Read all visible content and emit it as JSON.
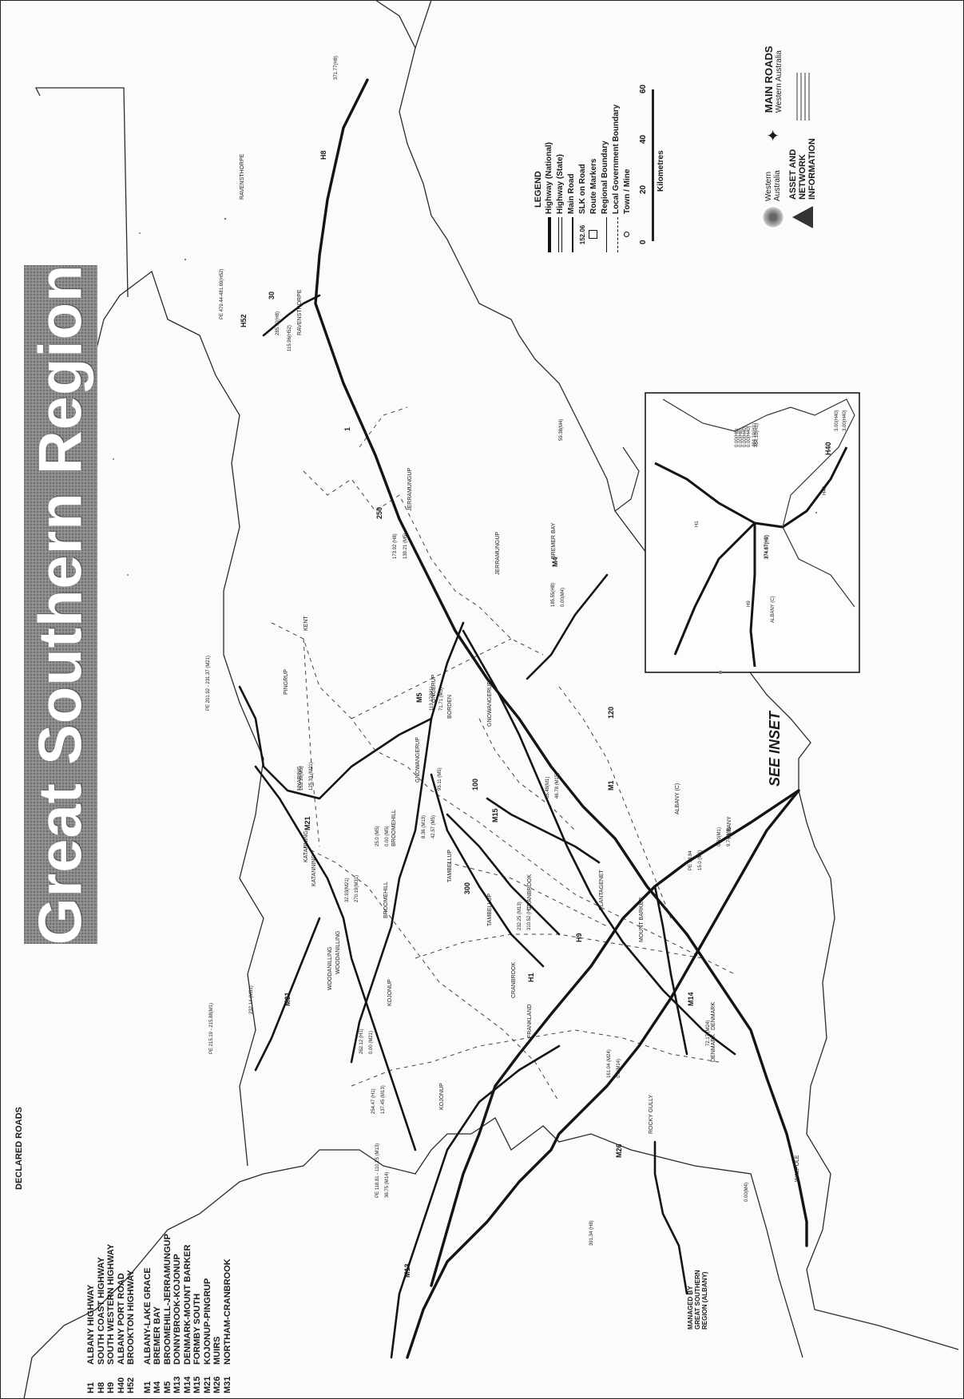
{
  "title": "Great Southern Region",
  "declared_roads": {
    "heading": "DECLARED ROADS",
    "items": [
      {
        "code": "H1",
        "name": "ALBANY HIGHWAY"
      },
      {
        "code": "H8",
        "name": "SOUTH COAST HIGHWAY"
      },
      {
        "code": "H9",
        "name": "SOUTH WESTERN HIGHWAY"
      },
      {
        "code": "H40",
        "name": "ALBANY PORT ROAD"
      },
      {
        "code": "H52",
        "name": "BROOKTON HIGHWAY"
      },
      {
        "code": "M1",
        "name": "ALBANY-LAKE GRACE"
      },
      {
        "code": "M4",
        "name": "BREMER BAY"
      },
      {
        "code": "M5",
        "name": "BROOMEHILL-JERRAMUNGUP"
      },
      {
        "code": "M13",
        "name": "DONNYBROOK-KOJONUP"
      },
      {
        "code": "M14",
        "name": "DENMARK-MOUNT BARKER"
      },
      {
        "code": "M15",
        "name": "FORMBY SOUTH"
      },
      {
        "code": "M21",
        "name": "KOJONUP-PINGRUP"
      },
      {
        "code": "M26",
        "name": "MUIRS"
      },
      {
        "code": "M31",
        "name": "NORTHAM-CRANBROOK"
      }
    ]
  },
  "legend": {
    "heading": "LEGEND",
    "items": [
      {
        "symbol": "national",
        "label": "Highway (National)"
      },
      {
        "symbol": "state",
        "label": "Highway (State)"
      },
      {
        "symbol": "main",
        "label": "Main Road"
      },
      {
        "symbol": "slk",
        "sample": "152.06",
        "label": "SLK on Road"
      },
      {
        "symbol": "markers",
        "label": "Route Markers"
      },
      {
        "symbol": "regional",
        "label": "Regional Boundary"
      },
      {
        "symbol": "lga",
        "label": "Local Government Boundary"
      },
      {
        "symbol": "town",
        "label": "Town / Mine"
      }
    ]
  },
  "scale": {
    "ticks": [
      "0",
      "20",
      "40",
      "60"
    ],
    "unit": "Kilometres"
  },
  "logos": {
    "wa_gov": "Western Australia",
    "main_roads_title": "MAIN ROADS",
    "main_roads_sub": "Western Australia",
    "asset_lines": [
      "ASSET AND",
      "NETWORK",
      "INFORMATION"
    ]
  },
  "managed_note": [
    "MANAGED BY",
    "GREAT SOUTHERN",
    "REGION (ALBANY)"
  ],
  "see_inset": "SEE INSET",
  "towns": [
    "RAVENSTHORPE",
    "JERRAMUNGUP",
    "ONGERUP",
    "BORDEN",
    "PINGRUP",
    "NYABING",
    "GNOWANGERUP",
    "KATANNING",
    "BROOMEHILL",
    "TAMBELLUP",
    "CRANBROOK",
    "KOJONUP",
    "FRANKLAND",
    "ROCKY GULLY",
    "MOUNT BARKER",
    "DENMARK",
    "WALPOLE",
    "WOODANILLING",
    "BREMER BAY",
    "ALBANY"
  ],
  "lga": [
    "RAVENSTHORPE",
    "JERRAMUNGUP",
    "KENT",
    "GNOWANGERUP",
    "KATANNING",
    "WOODANILLING",
    "BROOMEHILL",
    "TAMBELLUP",
    "CRANBROOK",
    "PLANTAGENET",
    "ALBANY (C)",
    "DENMARK",
    "KOJONUP"
  ],
  "route_labels": [
    "H8",
    "H1",
    "H9",
    "H52",
    "M1",
    "M4",
    "M5",
    "M13",
    "M14",
    "M15",
    "M21",
    "M26",
    "M31",
    "H40",
    "1",
    "30",
    "100",
    "250",
    "300",
    "120"
  ],
  "slk_labels": [
    "371.77(H8)",
    "PE 479.44-481.69(H52)",
    "285.70(H8)",
    "115.96(H52)",
    "173.92 (H8)",
    "139.21 (M5)",
    "185.55(H8)",
    "0.00(M4)",
    "59.38(M4)",
    "PE 201.92 - 231.37 (M21)",
    "163.10(M5)",
    "125.33 (M21)",
    "113.17(M1)",
    "71.71 (M5)",
    "95.11 (M5)",
    "85.48(M1)",
    "46.78 (M15)",
    "8.36 (M13)",
    "42.57 (M5)",
    "25.0 (M5)",
    "0.00 (M5)",
    "32.93(M21)",
    "270.19(M31)",
    "232.25 (M13)",
    "310.52 (H1)",
    "PE 13.84",
    "15.0 (M1)",
    "0.00(M1)",
    "9.74(M8)",
    "232.14 (M31)",
    "PE 215.19 - 215.88(M1)",
    "262.12 (H1)",
    "0.00 (M21)",
    "254.47 (H1)",
    "137.45 (M13)",
    "PE 118.81 - 110.25 (M13)",
    "36.75 (M14)",
    "161.04 (M24)",
    "0.0(M14)",
    "72.17 (M24)",
    "391.34 (H8)",
    "0.00(M4)",
    "0.00(H8)",
    "0.00(H40)",
    "464.10(H1)",
    "3.00(H40)",
    "374.67(H9)"
  ],
  "inset_labels": [
    "H1",
    "H9",
    "H40",
    "0.00(H8)",
    "0.00(H40)",
    "464.10(H1)",
    "374.67(H9)",
    "3.00(H40)",
    "ALBANY (C)"
  ],
  "colors": {
    "ink": "#1a1a1a",
    "banner": "#7a7a7a",
    "banner_text": "#ffffff",
    "paper": "#fbfbfb"
  }
}
